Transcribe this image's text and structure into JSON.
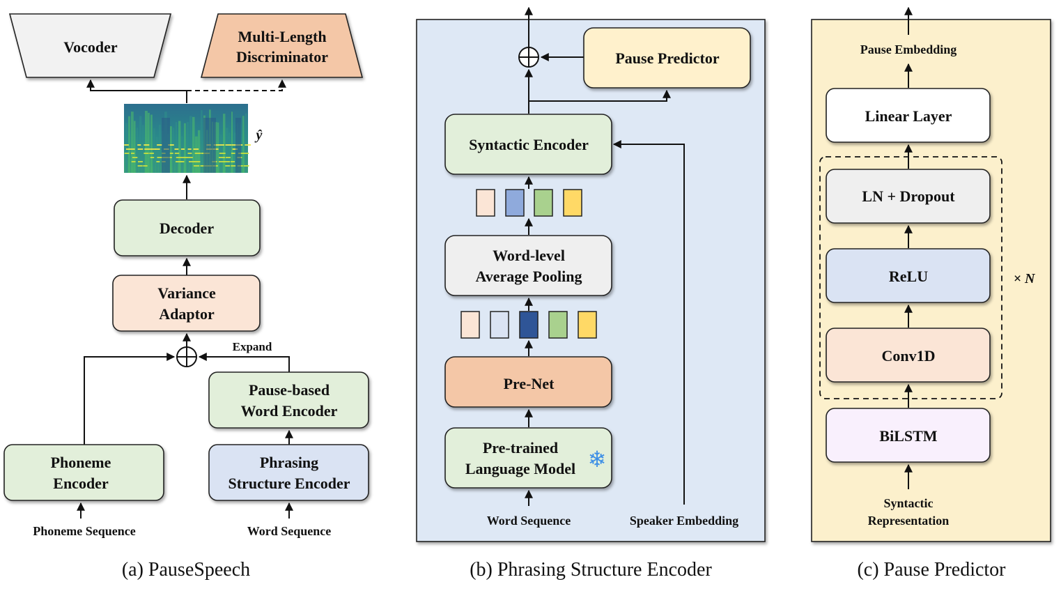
{
  "panel_a": {
    "vocoder": "Vocoder",
    "discriminator_line1": "Multi-Length",
    "discriminator_line2": "Discriminator",
    "y_hat": "ŷ",
    "decoder": "Decoder",
    "variance_line1": "Variance",
    "variance_line2": "Adaptor",
    "expand": "Expand",
    "pause_word_line1": "Pause-based",
    "pause_word_line2": "Word Encoder",
    "phoneme_enc_line1": "Phoneme",
    "phoneme_enc_line2": "Encoder",
    "phrasing_line1": "Phrasing",
    "phrasing_line2": "Structure Encoder",
    "phoneme_seq": "Phoneme Sequence",
    "word_seq": "Word Sequence",
    "caption": "(a) PauseSpeech"
  },
  "panel_b": {
    "pause_predictor": "Pause Predictor",
    "syntactic_encoder": "Syntactic Encoder",
    "pooling_line1": "Word-level",
    "pooling_line2": "Average Pooling",
    "prenet": "Pre-Net",
    "plm_line1": "Pre-trained",
    "plm_line2": "Language Model",
    "snowflake": "❄",
    "word_seq": "Word Sequence",
    "speaker_emb": "Speaker Embedding",
    "caption": "(b) Phrasing Structure Encoder"
  },
  "panel_c": {
    "pause_embedding": "Pause Embedding",
    "linear": "Linear Layer",
    "ln_dropout": "LN + Dropout",
    "relu": "ReLU",
    "conv": "Conv1D",
    "bilstm": "BiLSTM",
    "times_n": "× N",
    "input_line1": "Syntactic",
    "input_line2": "Representation",
    "caption": "(c) Pause Predictor"
  },
  "colors": {
    "green_box": "#e2efda",
    "peach_box": "#fbe5d6",
    "blue_box": "#dae3f3",
    "gray_box": "#efefef",
    "orange_box": "#f4c7a7",
    "yellow_box": "#fff1cc",
    "purple_box": "#f9f0fd",
    "panel_b_bg": "#dee8f5",
    "panel_c_bg": "#fcf0cc"
  }
}
